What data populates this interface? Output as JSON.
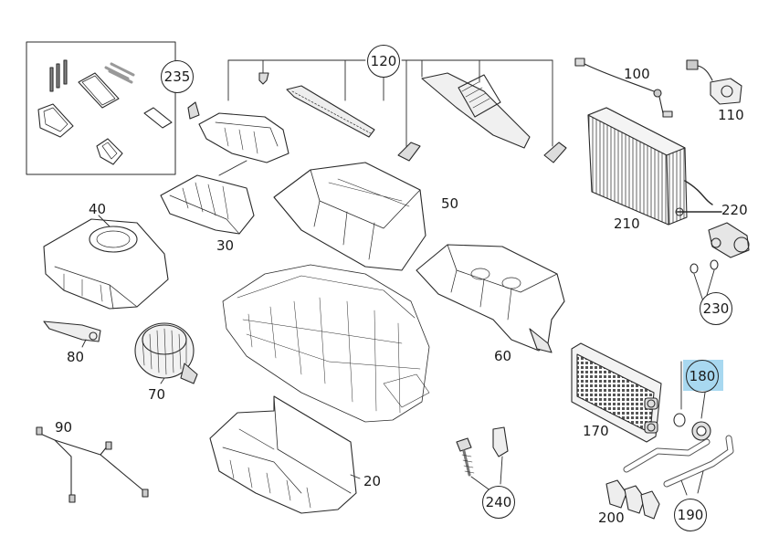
{
  "highlight_color": "#a8d8f0",
  "callouts": {
    "c235": "235",
    "c120": "120",
    "c100": "100",
    "c110": "110",
    "c210": "210",
    "c220": "220",
    "c40": "40",
    "c30": "30",
    "c50": "50",
    "c230": "230",
    "c60": "60",
    "c80": "80",
    "c70": "70",
    "c180": "180",
    "c170": "170",
    "c90": "90",
    "c20": "20",
    "c240": "240",
    "c200": "200",
    "c190": "190"
  }
}
